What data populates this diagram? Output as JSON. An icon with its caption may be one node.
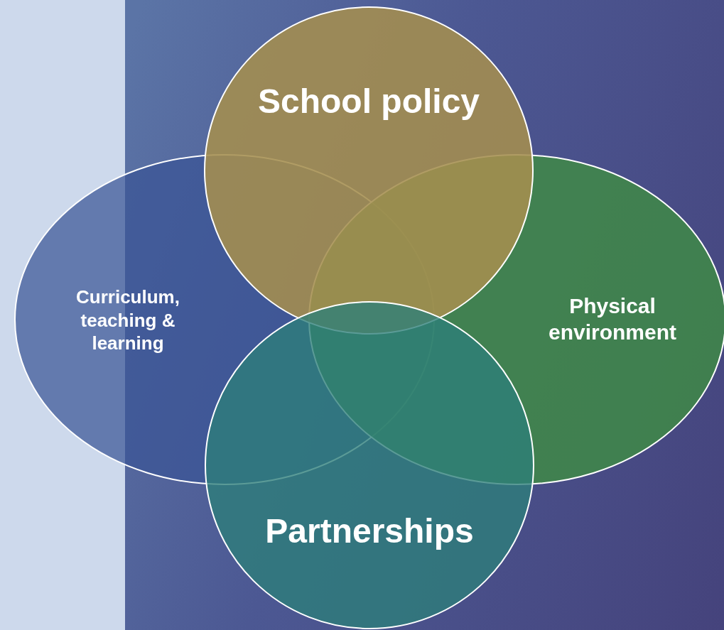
{
  "diagram": {
    "nodes": [
      {
        "text": [
          "School policy"
        ]
      },
      {
        "text": [
          "Curriculum, teaching & learning"
        ]
      },
      {
        "text": [
          "Physical environment"
        ]
      },
      {
        "text": [
          "Partnerships"
        ]
      }
    ]
  }
}
